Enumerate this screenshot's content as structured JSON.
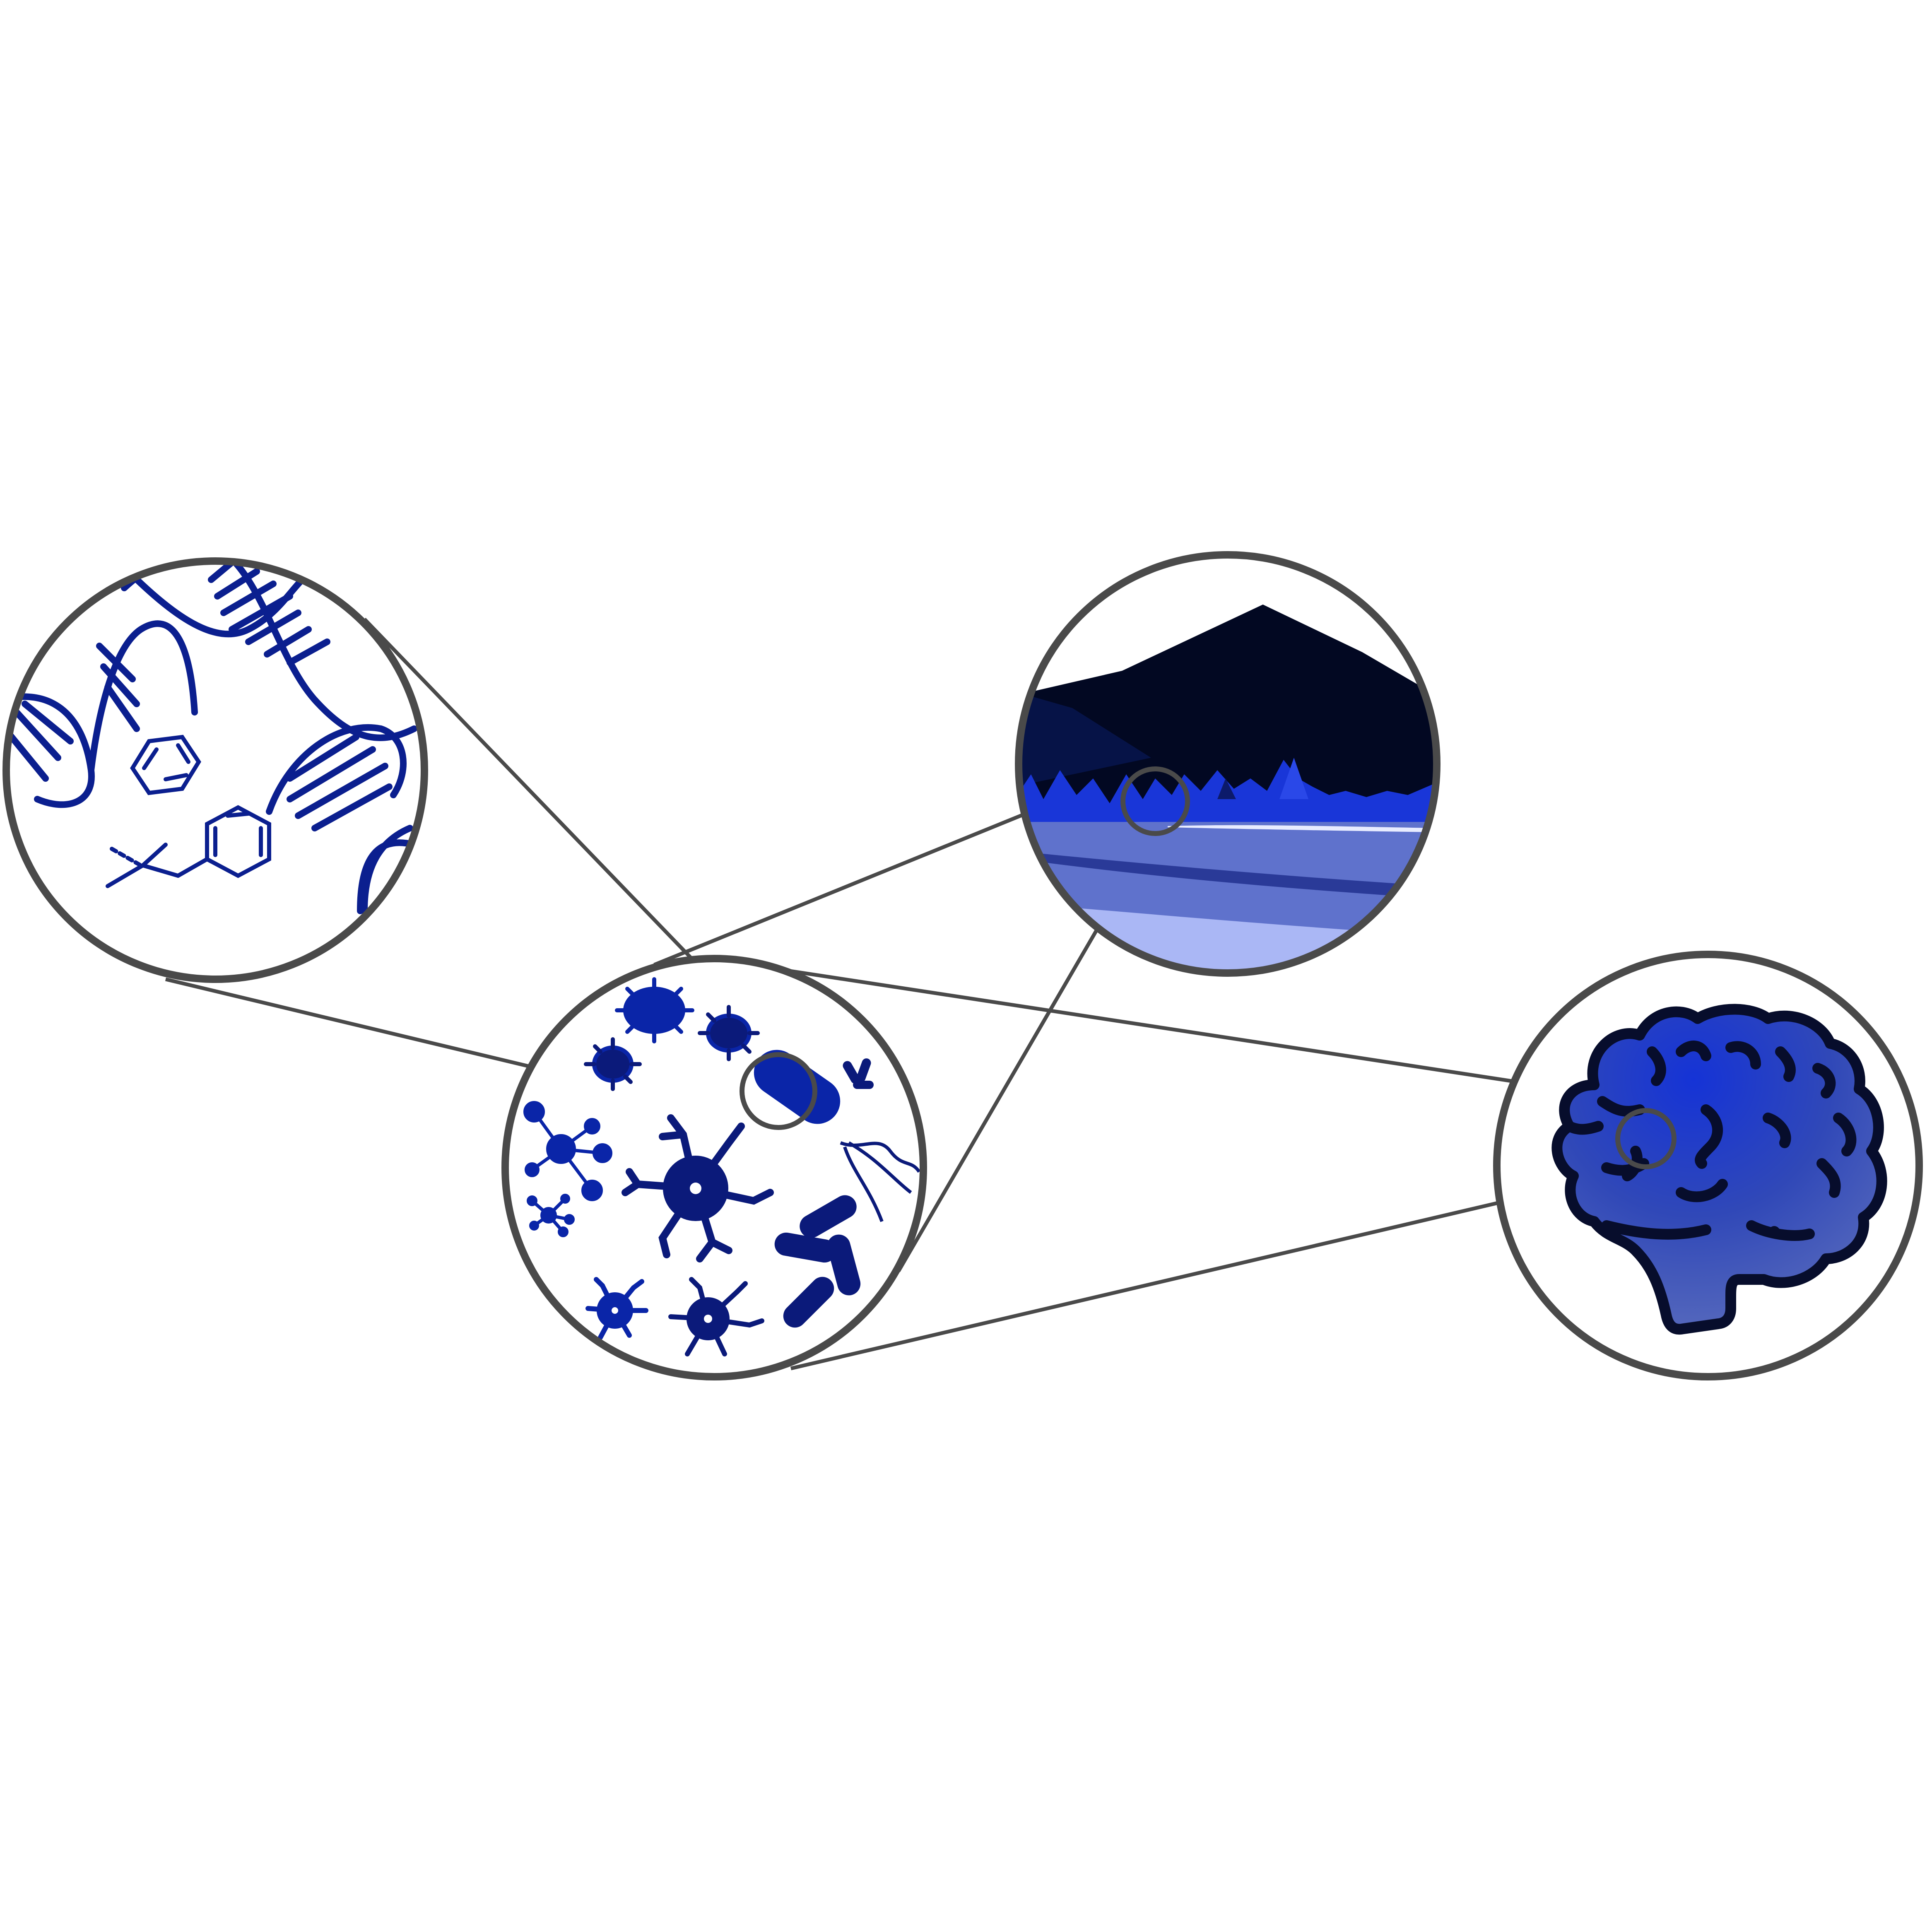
{
  "colors": {
    "background": "#ffffff",
    "circle_outline": "#4a4a4a",
    "navy_stroke": "#0b1f8f",
    "micro_blue": "#0a25a8",
    "micro_dark": "#0b1a7a",
    "night_sky": "#020822",
    "mountain_shade": "#061347",
    "tree_blue": "#1936d8",
    "field_mid": "#5f72cc",
    "field_light": "#aab7f5",
    "field_dark_band": "#2a3a98",
    "brain_fill": "#3449b8",
    "brain_outline": "#070d2c"
  },
  "diagram": {
    "nodes": [
      {
        "id": "molecules",
        "icon": "dna-helix-and-benzene-icon",
        "label": ""
      },
      {
        "id": "microbes-and-cells",
        "icon": "microbes-neurons-bacteria-icon",
        "label": ""
      },
      {
        "id": "environment",
        "icon": "night-mountain-landscape-icon",
        "label": ""
      },
      {
        "id": "brain",
        "icon": "brain-icon",
        "label": ""
      }
    ],
    "edges": [
      {
        "from": "molecules",
        "to": "microbes-and-cells",
        "type": "magnifier-connector"
      },
      {
        "from": "microbes-and-cells",
        "to": "environment",
        "type": "magnifier-connector"
      },
      {
        "from": "microbes-and-cells",
        "to": "brain",
        "type": "magnifier-connector"
      }
    ]
  }
}
